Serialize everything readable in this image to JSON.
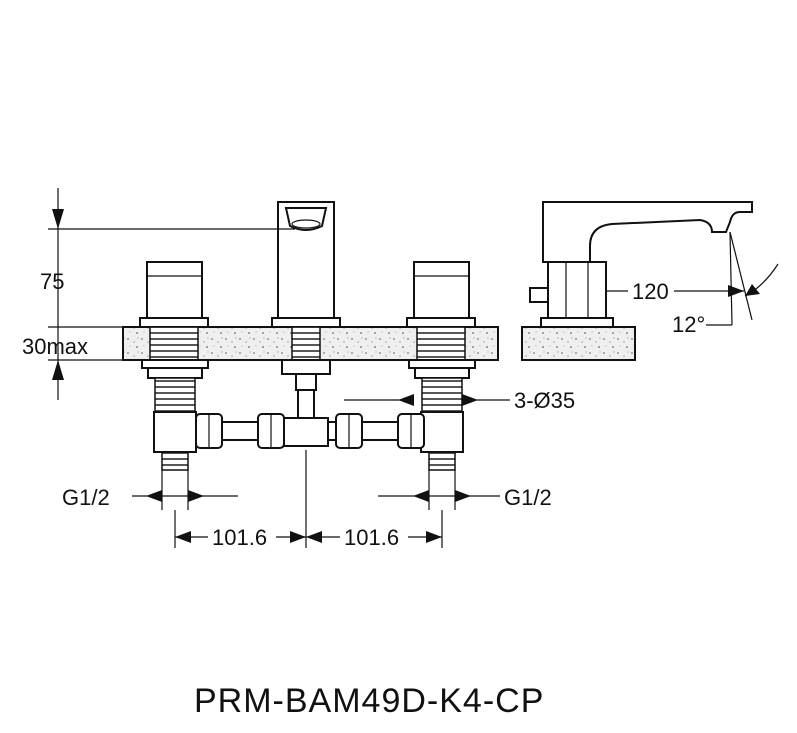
{
  "dimensions": {
    "height_above_deck": "75",
    "deck_thickness": "30max",
    "hole_spec": "3-Ø35",
    "spout_reach": "120",
    "spout_angle": "12°",
    "thread_left": "G1/2",
    "thread_right": "G1/2",
    "center_left": "101.6",
    "center_right": "101.6"
  },
  "model_number": "PRM-BAM49D-K4-CP"
}
